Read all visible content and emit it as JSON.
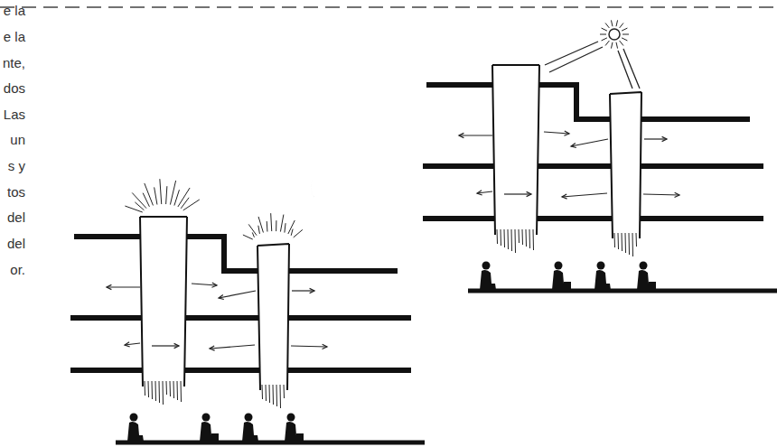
{
  "diagram": {
    "labels": [
      "e la",
      "e la",
      "nte,",
      "dos",
      "Las",
      "un",
      "s y",
      "tos",
      "del",
      "del",
      "or."
    ]
  }
}
